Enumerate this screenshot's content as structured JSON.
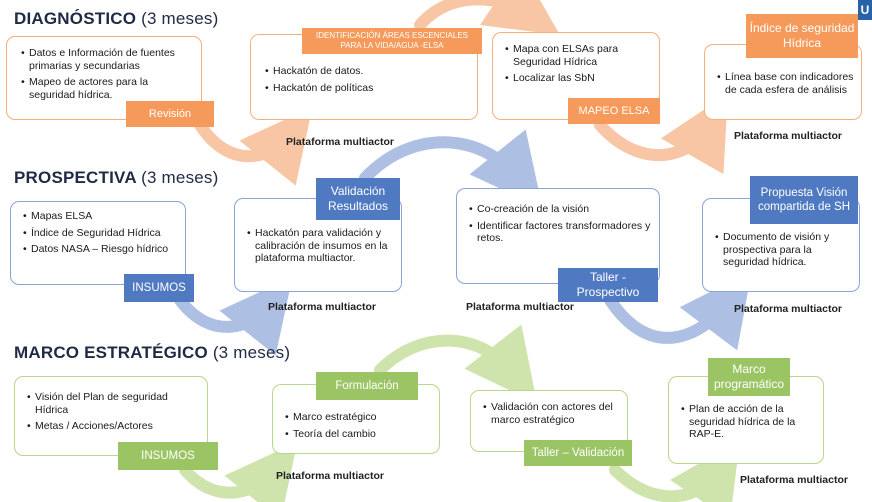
{
  "sections": {
    "diagnostico": {
      "title": "DIAGNÓSTICO",
      "duration": "(3 meses)"
    },
    "prospectiva": {
      "title": "PROSPECTIVA",
      "duration": "(3 meses)"
    },
    "marco": {
      "title": "MARCO ESTRATÉGICO",
      "duration": "(3 meses)"
    }
  },
  "row1": {
    "box1": {
      "items": [
        "Datos e Información de fuentes primarias y secundarias",
        "Mapeo de actores para la seguridad hídrica."
      ],
      "tag": "Revisión"
    },
    "box2": {
      "tag": "IDENTIFICACIÓN ÁREAS ESCENCIALES PARA LA VIDA/AGUA -ELSA",
      "items": [
        "Hackatón de datos.",
        "Hackatón de políticas"
      ],
      "platform": "Plataforma multiactor"
    },
    "box3": {
      "items": [
        "Mapa con ELSAs para Seguridad Hídrica",
        "Localizar las SbN"
      ],
      "tag": "MAPEO ELSA"
    },
    "box4": {
      "tag": "Índice de seguridad Hídrica",
      "items": [
        "Línea base con indicadores de cada esfera de análisis"
      ],
      "platform": "Plataforma multiactor"
    }
  },
  "row2": {
    "box1": {
      "items": [
        "Mapas ELSA",
        "Índice de Seguridad Hídrica",
        "Datos NASA – Riesgo hídrico"
      ],
      "tag": "INSUMOS"
    },
    "box2": {
      "tag": "Validación Resultados",
      "items": [
        "Hackatón para validación y calibración de insumos en la plataforma multiactor."
      ],
      "platform": "Plataforma multiactor"
    },
    "box3": {
      "items": [
        "Co-creación de la visión",
        "Identificar factores transformadores y retos."
      ],
      "tag": "Taller - Prospectivo",
      "platform": "Plataforma multiactor"
    },
    "box4": {
      "tag": "Propuesta Visión compartida de SH",
      "items": [
        "Documento de visión y prospectiva para la seguridad hídrica."
      ],
      "platform": "Plataforma multiactor"
    }
  },
  "row3": {
    "box1": {
      "items": [
        "Visión del Plan de seguridad Hídrica",
        "Metas / Acciones/Actores"
      ],
      "tag": "INSUMOS"
    },
    "box2": {
      "tag": "Formulación",
      "items": [
        "Marco estratégico",
        "Teoría del cambio"
      ],
      "platform": "Plataforma multiactor"
    },
    "box3": {
      "items": [
        "Validación con actores del marco estratégico"
      ],
      "tag": "Taller – Validación"
    },
    "box4": {
      "tag": "Marco programático",
      "items": [
        "Plan de acción de la seguridad hídrica de la RAP-E."
      ],
      "platform": "Plataforma multiactor"
    }
  },
  "colors": {
    "orange": "#f59a5a",
    "blue": "#4f79c0",
    "green": "#9bc464",
    "arrow_orange": "#f8c5a5",
    "arrow_blue": "#aebfe4",
    "arrow_green": "#cfe4ad"
  }
}
